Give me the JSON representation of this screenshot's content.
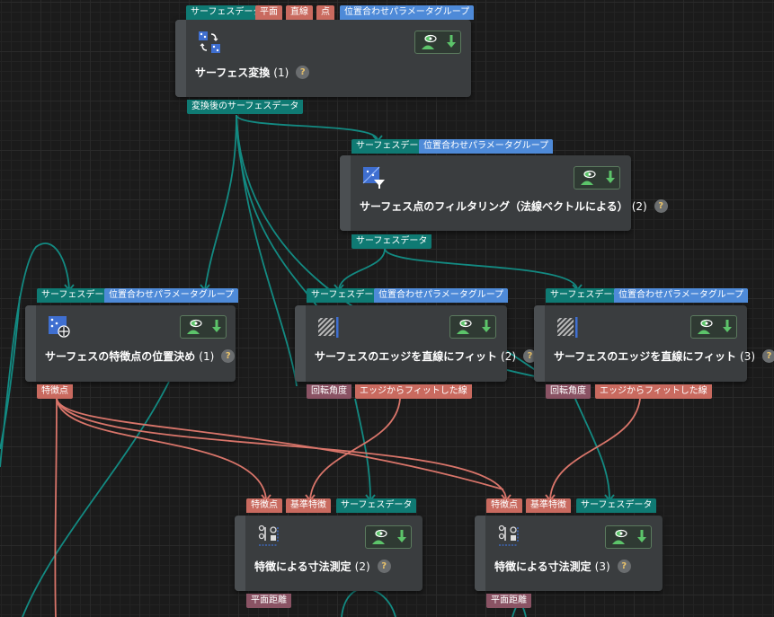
{
  "colors": {
    "teal_wire": "#138a82",
    "salmon_wire": "#d9756a",
    "teal_port": "#0f7a73",
    "salmon_port": "#c96a5f",
    "blue_port": "#4e8ad8",
    "mauve_port": "#8a5364",
    "node_bg": "#3a3d3f"
  },
  "nodes": [
    {
      "id": "surface-transform",
      "title": "サーフェス変換",
      "index": "(1)",
      "icon": "surface-transform-icon",
      "inputs": [
        "サーフェスデータ",
        "平面",
        "直線",
        "点",
        "位置合わせパラメータグループ"
      ],
      "outputs": [
        "変換後のサーフェスデータ"
      ]
    },
    {
      "id": "surface-point-filter",
      "title": "サーフェス点のフィルタリング（法線ベクトルによる）",
      "index": "(2)",
      "icon": "filter-icon",
      "inputs": [
        "サーフェスデータ",
        "位置合わせパラメータグループ"
      ],
      "outputs": [
        "サーフェスデータ"
      ]
    },
    {
      "id": "surface-feature-locate",
      "title": "サーフェスの特徴点の位置決め",
      "index": "(1)",
      "icon": "feature-point-icon",
      "inputs": [
        "サーフェスデータ",
        "位置合わせパラメータグループ"
      ],
      "outputs": [
        "特徴点"
      ]
    },
    {
      "id": "edge-line-fit-2",
      "title": "サーフェスのエッジを直線にフィット",
      "index": "(2)",
      "icon": "edge-fit-icon",
      "inputs": [
        "サーフェスデータ",
        "位置合わせパラメータグループ"
      ],
      "outputs": [
        "回転角度",
        "エッジからフィットした線"
      ]
    },
    {
      "id": "edge-line-fit-3",
      "title": "サーフェスのエッジを直線にフィット",
      "index": "(3)",
      "icon": "edge-fit-icon",
      "inputs": [
        "サーフェスデータ",
        "位置合わせパラメータグループ"
      ],
      "outputs": [
        "回転角度",
        "エッジからフィットした線"
      ]
    },
    {
      "id": "feature-measure-2",
      "title": "特徴による寸法測定",
      "index": "(2)",
      "icon": "measure-icon",
      "inputs": [
        "特徴点",
        "基準特徴",
        "サーフェスデータ"
      ],
      "outputs": [
        "平面距離"
      ]
    },
    {
      "id": "feature-measure-3",
      "title": "特徴による寸法測定",
      "index": "(3)",
      "icon": "measure-icon",
      "inputs": [
        "特徴点",
        "基準特徴",
        "サーフェスデータ"
      ],
      "outputs": [
        "平面距離"
      ]
    }
  ],
  "help_label": "?"
}
